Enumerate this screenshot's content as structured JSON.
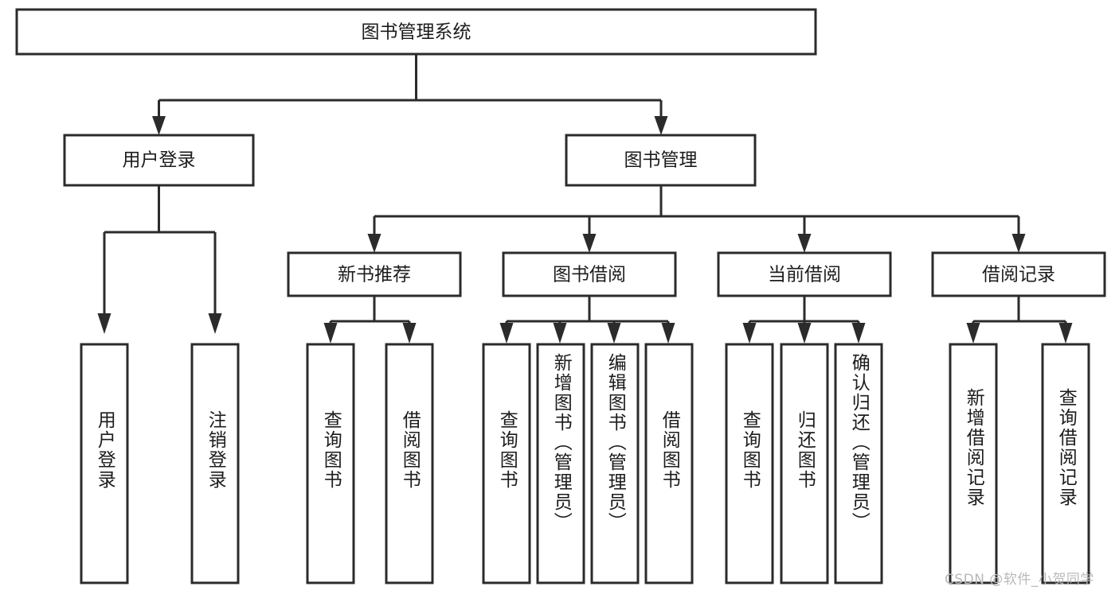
{
  "diagram": {
    "title": "图书管理系统",
    "watermark": "CSDN @软件_小贺同学",
    "colors": {
      "stroke": "#2b2b2b",
      "fill": "#ffffff",
      "text": "#1c1c1c",
      "watermark": "#b9b9b9"
    },
    "levels": {
      "root": {
        "label": "图书管理系统"
      },
      "level2": [
        {
          "label": "用户登录"
        },
        {
          "label": "图书管理"
        }
      ],
      "level3": [
        {
          "label": "新书推荐"
        },
        {
          "label": "图书借阅"
        },
        {
          "label": "当前借阅"
        },
        {
          "label": "借阅记录"
        }
      ],
      "leaves": {
        "user_login": [
          {
            "label": "用户登录"
          },
          {
            "label": "注销登录"
          }
        ],
        "new_book_recommend": [
          {
            "label": "查询图书"
          },
          {
            "label": "借阅图书"
          }
        ],
        "book_borrow": [
          {
            "label": "查询图书"
          },
          {
            "label": "新增图书（管理员）"
          },
          {
            "label": "编辑图书（管理员）"
          },
          {
            "label": "借阅图书"
          }
        ],
        "current_borrow": [
          {
            "label": "查询图书"
          },
          {
            "label": "归还图书"
          },
          {
            "label": "确认归还（管理员）"
          }
        ],
        "borrow_record": [
          {
            "label": "新增借阅记录"
          },
          {
            "label": "查询借阅记录"
          }
        ]
      }
    }
  },
  "chart_data": {
    "type": "table",
    "title": "图书管理系统 功能结构图",
    "nodes": [
      {
        "id": "root",
        "label": "图书管理系统",
        "level": 1,
        "parent": null
      },
      {
        "id": "n2a",
        "label": "用户登录",
        "level": 2,
        "parent": "root"
      },
      {
        "id": "n2b",
        "label": "图书管理",
        "level": 2,
        "parent": "root"
      },
      {
        "id": "n3a",
        "label": "用户登录",
        "level": 3,
        "parent": "n2a"
      },
      {
        "id": "n3b",
        "label": "注销登录",
        "level": 3,
        "parent": "n2a"
      },
      {
        "id": "n3c",
        "label": "新书推荐",
        "level": 3,
        "parent": "n2b"
      },
      {
        "id": "n3d",
        "label": "图书借阅",
        "level": 3,
        "parent": "n2b"
      },
      {
        "id": "n3e",
        "label": "当前借阅",
        "level": 3,
        "parent": "n2b"
      },
      {
        "id": "n3f",
        "label": "借阅记录",
        "level": 3,
        "parent": "n2b"
      },
      {
        "id": "n4a",
        "label": "查询图书",
        "level": 4,
        "parent": "n3c"
      },
      {
        "id": "n4b",
        "label": "借阅图书",
        "level": 4,
        "parent": "n3c"
      },
      {
        "id": "n4c",
        "label": "查询图书",
        "level": 4,
        "parent": "n3d"
      },
      {
        "id": "n4d",
        "label": "新增图书（管理员）",
        "level": 4,
        "parent": "n3d"
      },
      {
        "id": "n4e",
        "label": "编辑图书（管理员）",
        "level": 4,
        "parent": "n3d"
      },
      {
        "id": "n4f",
        "label": "借阅图书",
        "level": 4,
        "parent": "n3d"
      },
      {
        "id": "n4g",
        "label": "查询图书",
        "level": 4,
        "parent": "n3e"
      },
      {
        "id": "n4h",
        "label": "归还图书",
        "level": 4,
        "parent": "n3e"
      },
      {
        "id": "n4i",
        "label": "确认归还（管理员）",
        "level": 4,
        "parent": "n3e"
      },
      {
        "id": "n4j",
        "label": "新增借阅记录",
        "level": 4,
        "parent": "n3f"
      },
      {
        "id": "n4k",
        "label": "查询借阅记录",
        "level": 4,
        "parent": "n3f"
      }
    ]
  }
}
